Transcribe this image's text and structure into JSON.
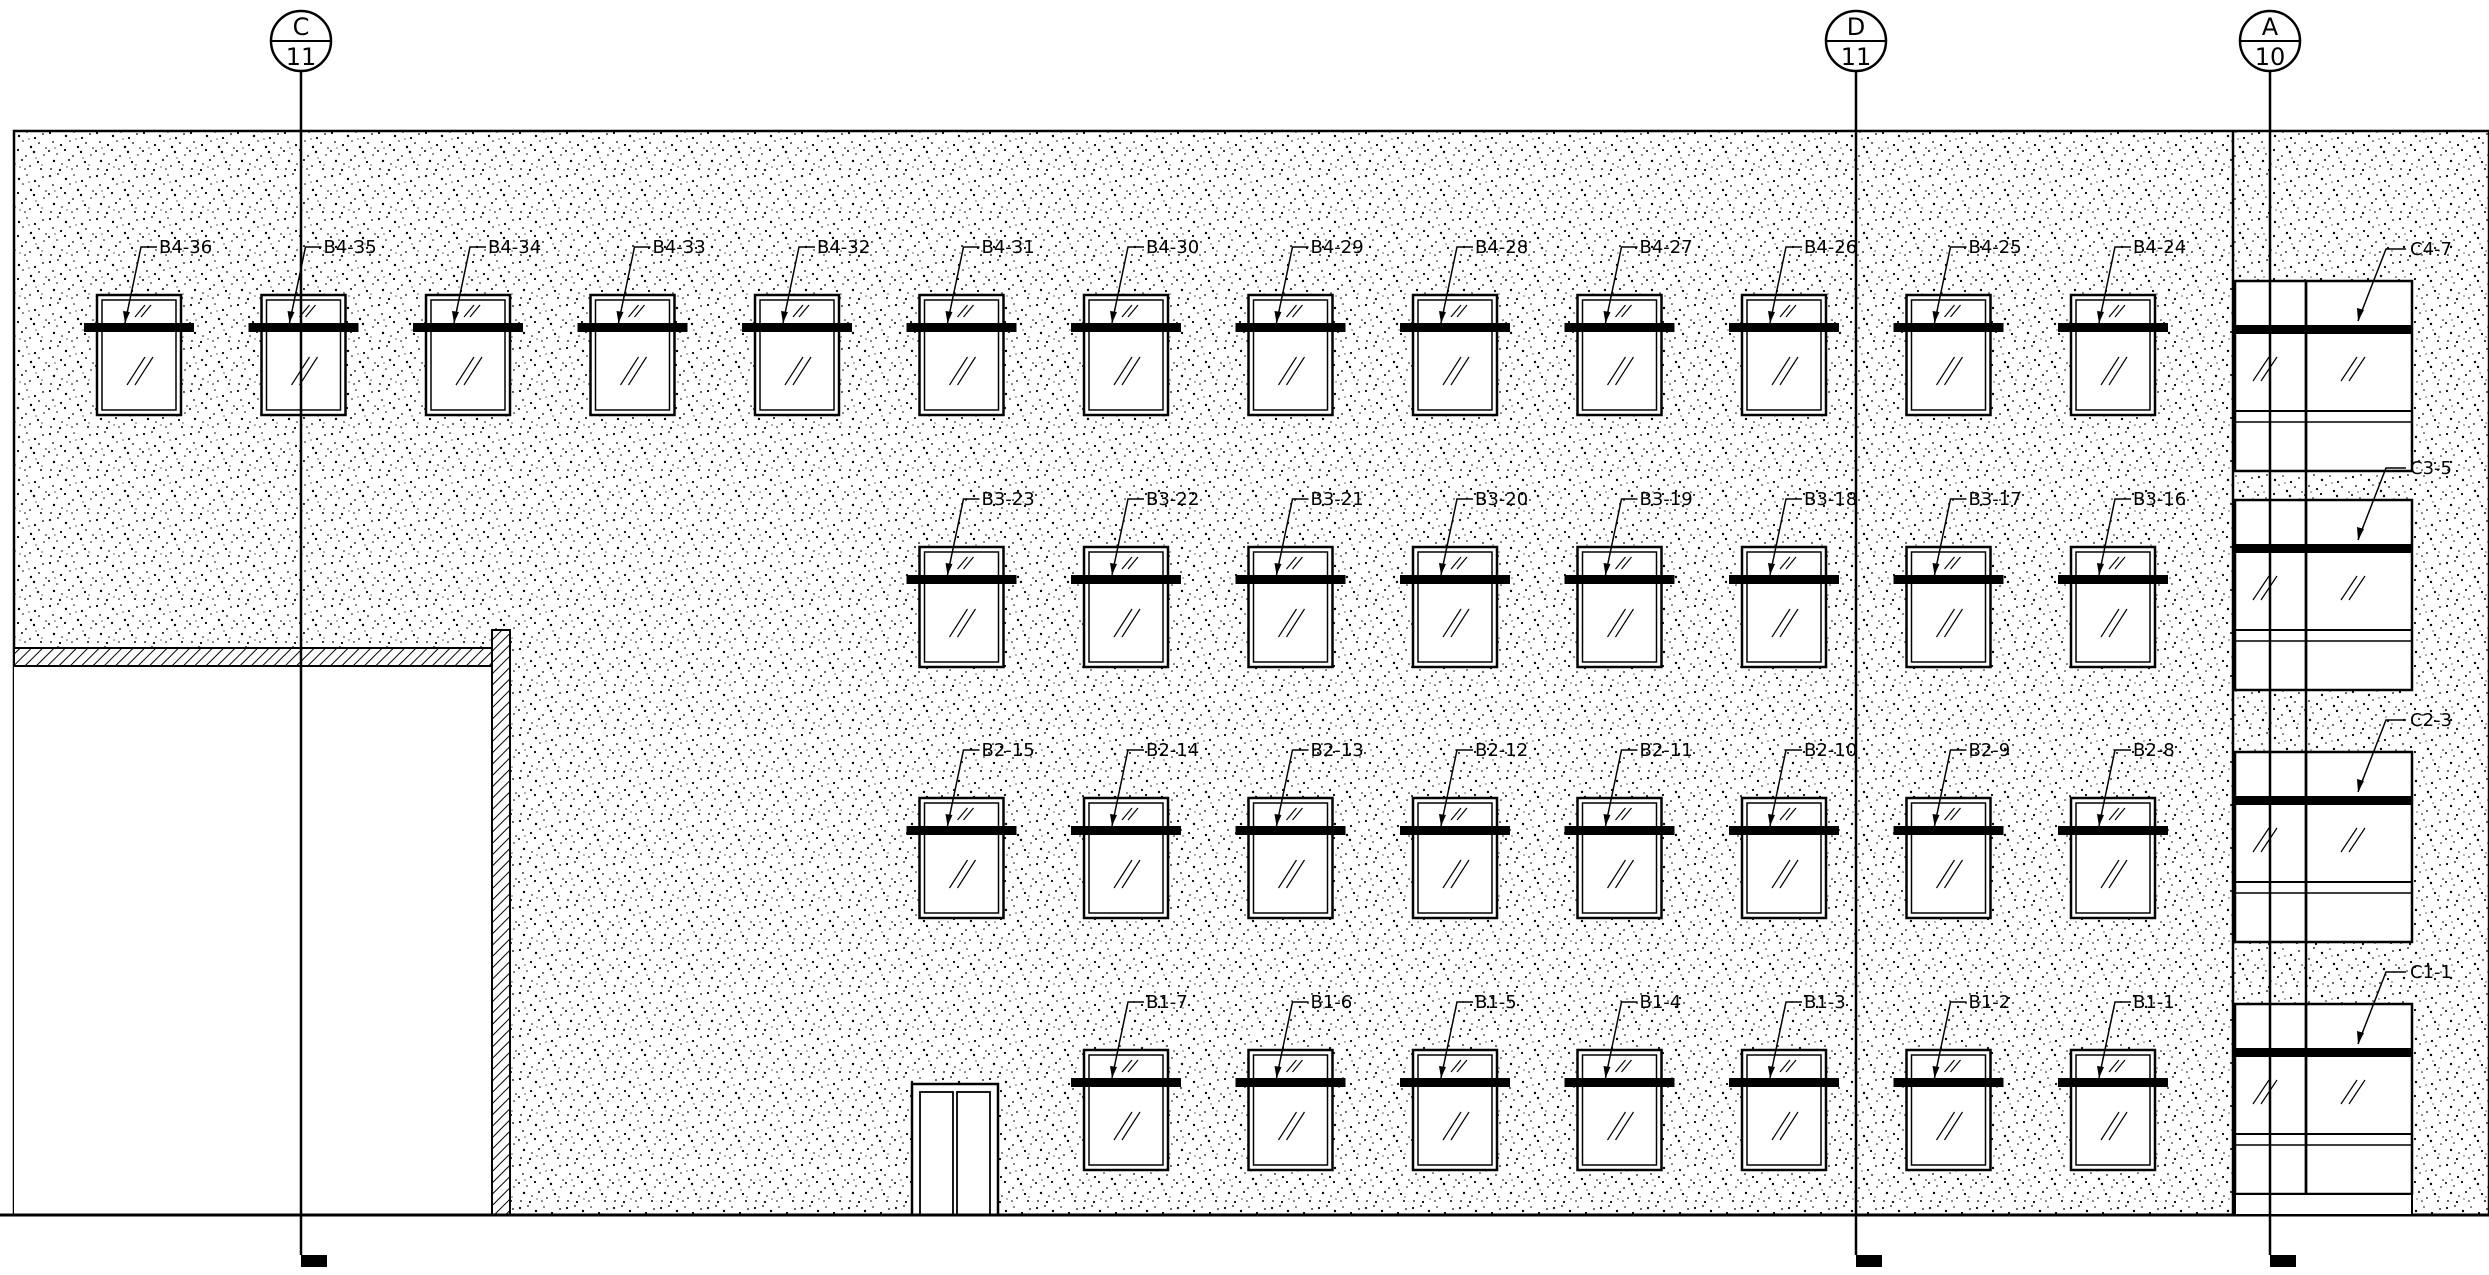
{
  "grid_bubbles": [
    {
      "id": "c",
      "top": "C",
      "bottom": "11"
    },
    {
      "id": "d",
      "top": "D",
      "bottom": "11"
    },
    {
      "id": "a",
      "top": "A",
      "bottom": "10"
    }
  ],
  "window_rows": [
    {
      "id": "level-4",
      "tags": [
        "B4-36",
        "B4-35",
        "B4-34",
        "B4-33",
        "B4-32",
        "B4-31",
        "B4-30",
        "B4-29",
        "B4-28",
        "B4-27",
        "B4-26",
        "B4-25",
        "B4-24"
      ]
    },
    {
      "id": "level-3",
      "tags": [
        "B3-23",
        "B3-22",
        "B3-21",
        "B3-20",
        "B3-19",
        "B3-18",
        "B3-17",
        "B3-16"
      ]
    },
    {
      "id": "level-2",
      "tags": [
        "B2-15",
        "B2-14",
        "B2-13",
        "B2-12",
        "B2-11",
        "B2-10",
        "B2-9",
        "B2-8"
      ]
    },
    {
      "id": "level-1",
      "tags": [
        "B1-7",
        "B1-6",
        "B1-5",
        "B1-4",
        "B1-3",
        "B1-2",
        "B1-1"
      ]
    }
  ],
  "curtain_wall_tags": [
    "C4-7",
    "C3-5",
    "C2-3",
    "C1-1"
  ]
}
